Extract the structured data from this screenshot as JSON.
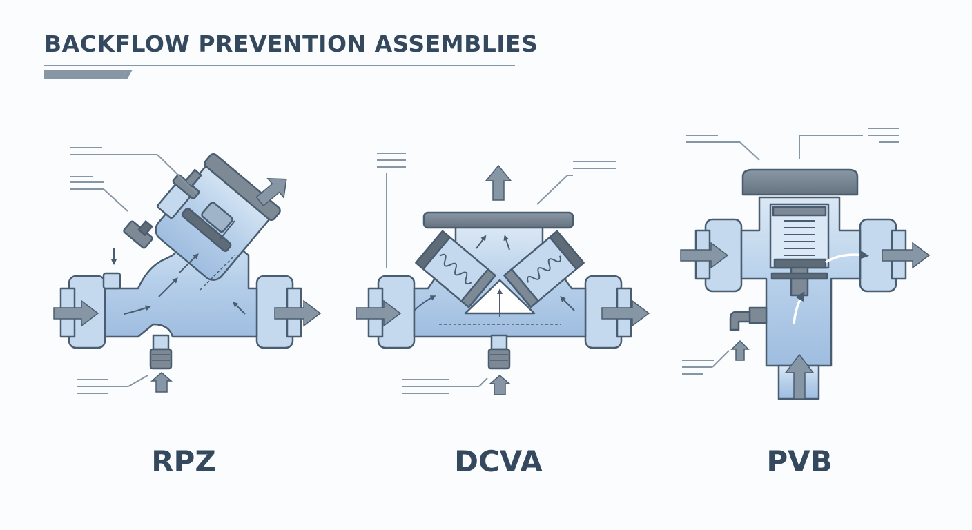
{
  "title": "BACKFLOW PREVENTION ASSEMBLIES",
  "assemblies": [
    {
      "id": "rpz",
      "label": "RPZ"
    },
    {
      "id": "dcva",
      "label": "DCVA"
    },
    {
      "id": "pvb",
      "label": "PVB"
    }
  ],
  "colors": {
    "ink": "#34495e",
    "outline": "#4a5d70",
    "body": "#c4d9ee",
    "body_light": "#dbe8f5",
    "water": "#a9c7e6",
    "metal": "#7d8a96",
    "metal_dark": "#5f6b77",
    "arrow": "#8796a4",
    "flow_light": "#ffffff"
  }
}
